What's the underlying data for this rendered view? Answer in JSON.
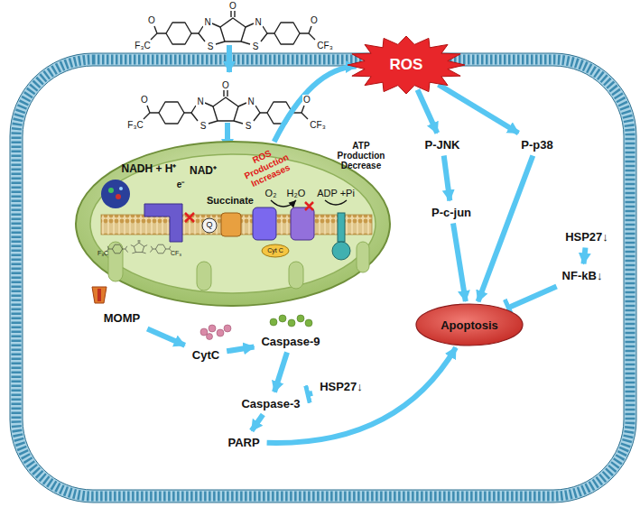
{
  "diagram": {
    "nodes": [
      {
        "text": [
          "ROS Production Increases"
        ]
      },
      {
        "text": [
          "ROS"
        ]
      },
      {
        "text": [
          "P-JNK"
        ]
      },
      {
        "text": [
          "P-p38"
        ]
      },
      {
        "text": [
          "P-c-jun"
        ]
      },
      {
        "text": [
          "HSP27↓"
        ]
      },
      {
        "text": [
          "NF-kB↓"
        ]
      },
      {
        "text": [
          "Apoptosis"
        ]
      },
      {
        "text": [
          "MOMP"
        ]
      },
      {
        "text": [
          "CytC"
        ]
      },
      {
        "text": [
          "Caspase-9"
        ]
      },
      {
        "text": [
          "HSP27↓"
        ]
      },
      {
        "text": [
          "Caspase-3"
        ]
      },
      {
        "text": [
          "PARP"
        ]
      }
    ],
    "edges": [
      {
        "from": 0,
        "to": 1,
        "arrow": "to"
      },
      {
        "from": 1,
        "to": 2,
        "arrow": "to"
      },
      {
        "from": 1,
        "to": 3,
        "arrow": "to"
      },
      {
        "from": 2,
        "to": 4,
        "arrow": "to"
      },
      {
        "from": 4,
        "to": 7,
        "arrow": "to"
      },
      {
        "from": 3,
        "to": 7,
        "arrow": "to"
      },
      {
        "from": 5,
        "to": 6,
        "arrow": "to"
      },
      {
        "from": 6,
        "to": 7,
        "arrow": "to"
      },
      {
        "from": 8,
        "to": 9,
        "arrow": "to"
      },
      {
        "from": 9,
        "to": 10,
        "arrow": "to"
      },
      {
        "from": 10,
        "to": 12,
        "arrow": "to"
      },
      {
        "from": 11,
        "to": 12,
        "arrow": "to"
      },
      {
        "from": 12,
        "to": 13,
        "arrow": "to"
      },
      {
        "from": 13,
        "to": 7,
        "arrow": "to"
      }
    ],
    "labels": [
      "O",
      "N",
      "N",
      "S",
      "S",
      "O",
      "F₃C",
      "O",
      "CF₃",
      "O",
      "N",
      "N",
      "S",
      "S",
      "O",
      "F₃C",
      "O",
      "CF₃",
      "F₃C",
      "CF₃",
      "NADH + H⁺",
      "e⁻",
      "NAD⁺",
      "Succinate",
      "Q",
      "O₂",
      "H₂O",
      "ADP +Pi",
      "ATP Production Decrease",
      "Cyt C"
    ]
  }
}
